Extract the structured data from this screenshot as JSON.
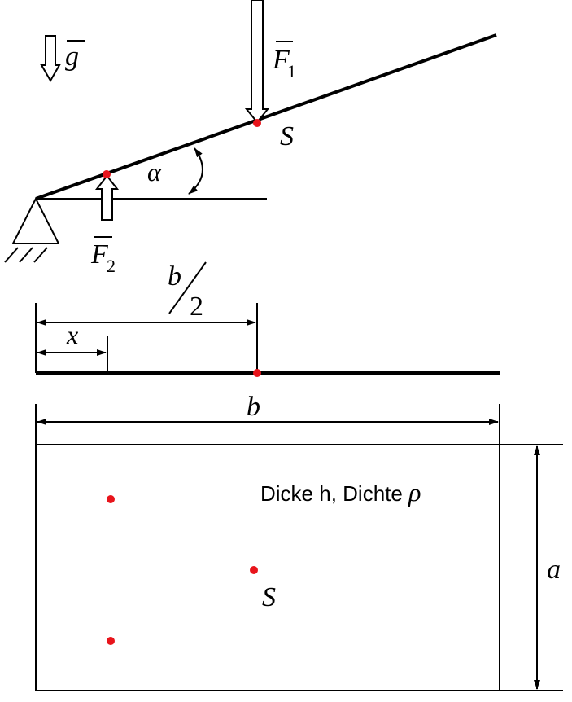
{
  "labels": {
    "g": "g",
    "F1": "F",
    "F1_sub": "1",
    "F2": "F",
    "F2_sub": "2",
    "S_top": "S",
    "alpha": "α",
    "b_num": "b",
    "b_den": "2",
    "x": "x",
    "b": "b",
    "a": "a",
    "S_plate": "S",
    "material_text": "Dicke h, Dichte ",
    "rho": "ρ"
  },
  "colors": {
    "ink": "#000000",
    "point": "#e8141b"
  },
  "icons": {
    "support": "pin-support-icon",
    "gravity": "gravity-arrow-icon"
  }
}
